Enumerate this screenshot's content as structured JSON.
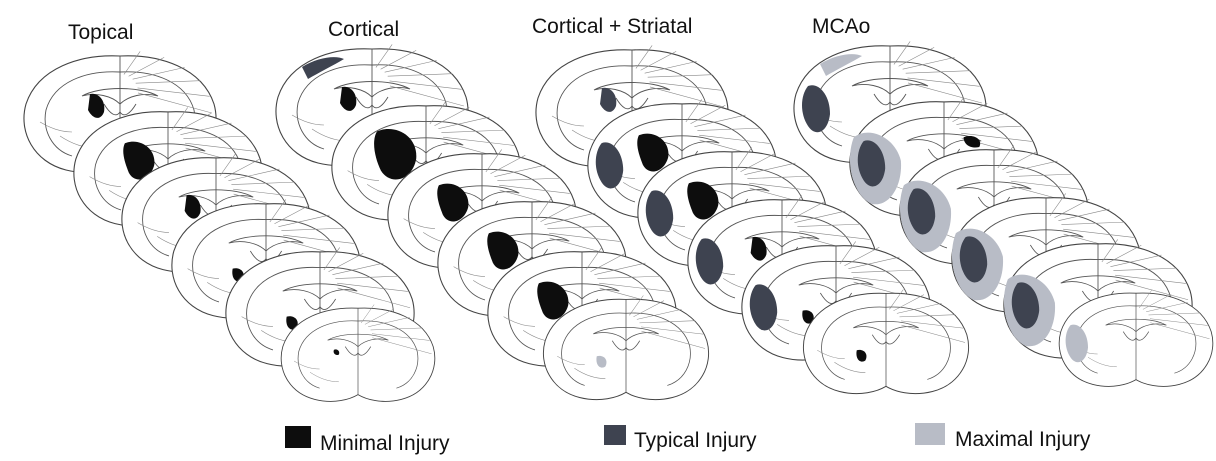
{
  "figure": {
    "groups": [
      {
        "id": "topical",
        "title": "Topical"
      },
      {
        "id": "cortical",
        "title": "Cortical"
      },
      {
        "id": "cortical-striatal",
        "title": "Cortical + Striatal"
      },
      {
        "id": "mcao",
        "title": "MCAo"
      }
    ],
    "legend": [
      {
        "id": "minimal",
        "label": "Minimal Injury",
        "color": "#0d0d0d"
      },
      {
        "id": "typical",
        "label": "Typical Injury",
        "color": "#3e4350"
      },
      {
        "id": "maximal",
        "label": "Maximal Injury",
        "color": "#b8bcc6"
      }
    ]
  }
}
